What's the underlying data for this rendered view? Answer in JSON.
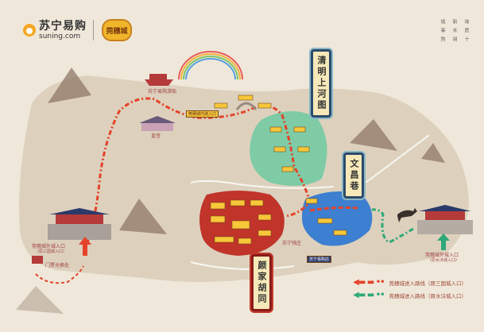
{
  "brand": {
    "name_cn": "苏宁易购",
    "name_en": "suning.com",
    "partner": "莞穗城"
  },
  "poem": {
    "columns": [
      "城事熟",
      "新未胡",
      "味质十"
    ]
  },
  "signs": {
    "qingming": "清明上河图",
    "wenchang": "文昌巷",
    "hutong": "颜家胡同"
  },
  "labels": {
    "west_gate": "莞穗城外城入口",
    "west_gate_sub": "（原三国城入口）",
    "ticket": "门票兑换处",
    "east_gate": "莞穗城外城入口",
    "east_gate_sub": "（原水浒城入口）",
    "boat": "苏宁易购游船",
    "palace": "皇宫",
    "inner_gate": "莞穗城内城入口",
    "suning_store": "苏宁易购店",
    "suning_store2": "苏宁钱庄"
  },
  "legend": [
    {
      "label": "莞穗城进入路线（原三国城入口）",
      "color": "#e4432a"
    },
    {
      "label": "莞穗城进入路线（原水浒城入口）",
      "color": "#2ea878"
    }
  ],
  "colors": {
    "paper": "#efe8da",
    "land": "#ddd1bd",
    "red_district": "#c0342a",
    "green_district": "#7ecba6",
    "lake": "#3d7fd0"
  }
}
